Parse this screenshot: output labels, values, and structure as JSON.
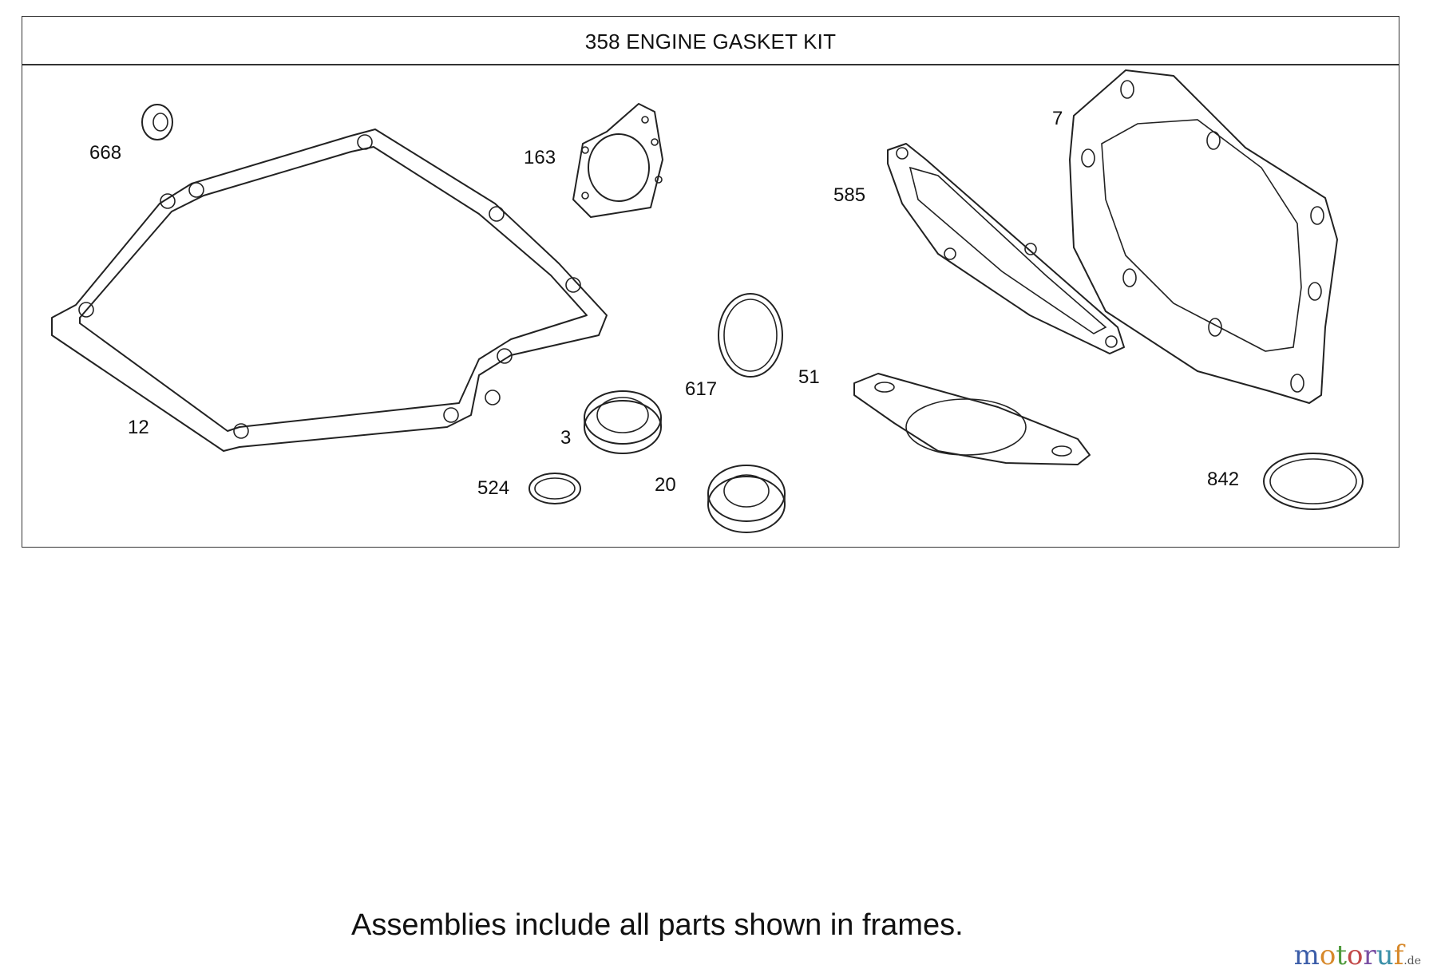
{
  "kit_title": "358 ENGINE GASKET KIT",
  "callouts": [
    {
      "id": "668",
      "text": "668"
    },
    {
      "id": "12",
      "text": "12"
    },
    {
      "id": "163",
      "text": "163"
    },
    {
      "id": "617",
      "text": "617"
    },
    {
      "id": "3",
      "text": "3"
    },
    {
      "id": "524",
      "text": "524"
    },
    {
      "id": "20",
      "text": "20"
    },
    {
      "id": "585",
      "text": "585"
    },
    {
      "id": "51",
      "text": "51"
    },
    {
      "id": "7",
      "text": "7"
    },
    {
      "id": "842",
      "text": "842"
    }
  ],
  "footer_note": "Assemblies include all parts shown in frames.",
  "logo": {
    "letters": [
      "m",
      "o",
      "t",
      "o",
      "r",
      "u",
      "f"
    ],
    "tld": ".de"
  }
}
